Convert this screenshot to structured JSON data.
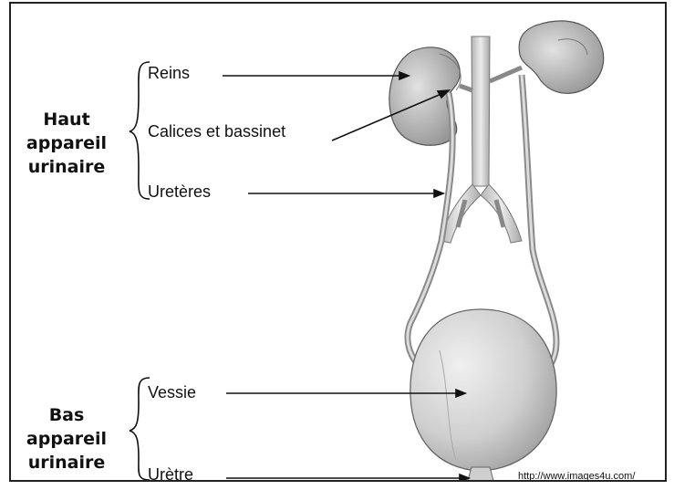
{
  "groups": {
    "upper": {
      "title_lines": [
        "Haut",
        "appareil",
        "urinaire"
      ]
    },
    "lower": {
      "title_lines": [
        "Bas",
        "appareil",
        "urinaire"
      ]
    }
  },
  "labels": {
    "reins": "Reins",
    "calices": "Calices et bassinet",
    "ureteres": "Uretères",
    "vessie": "Vessie",
    "uretre": "Urètre"
  },
  "credit": "http://www.images4u.com/",
  "colors": {
    "organ_fill": "#d4d4d4",
    "organ_shade": "#9a9a9a",
    "line": "#111111"
  }
}
